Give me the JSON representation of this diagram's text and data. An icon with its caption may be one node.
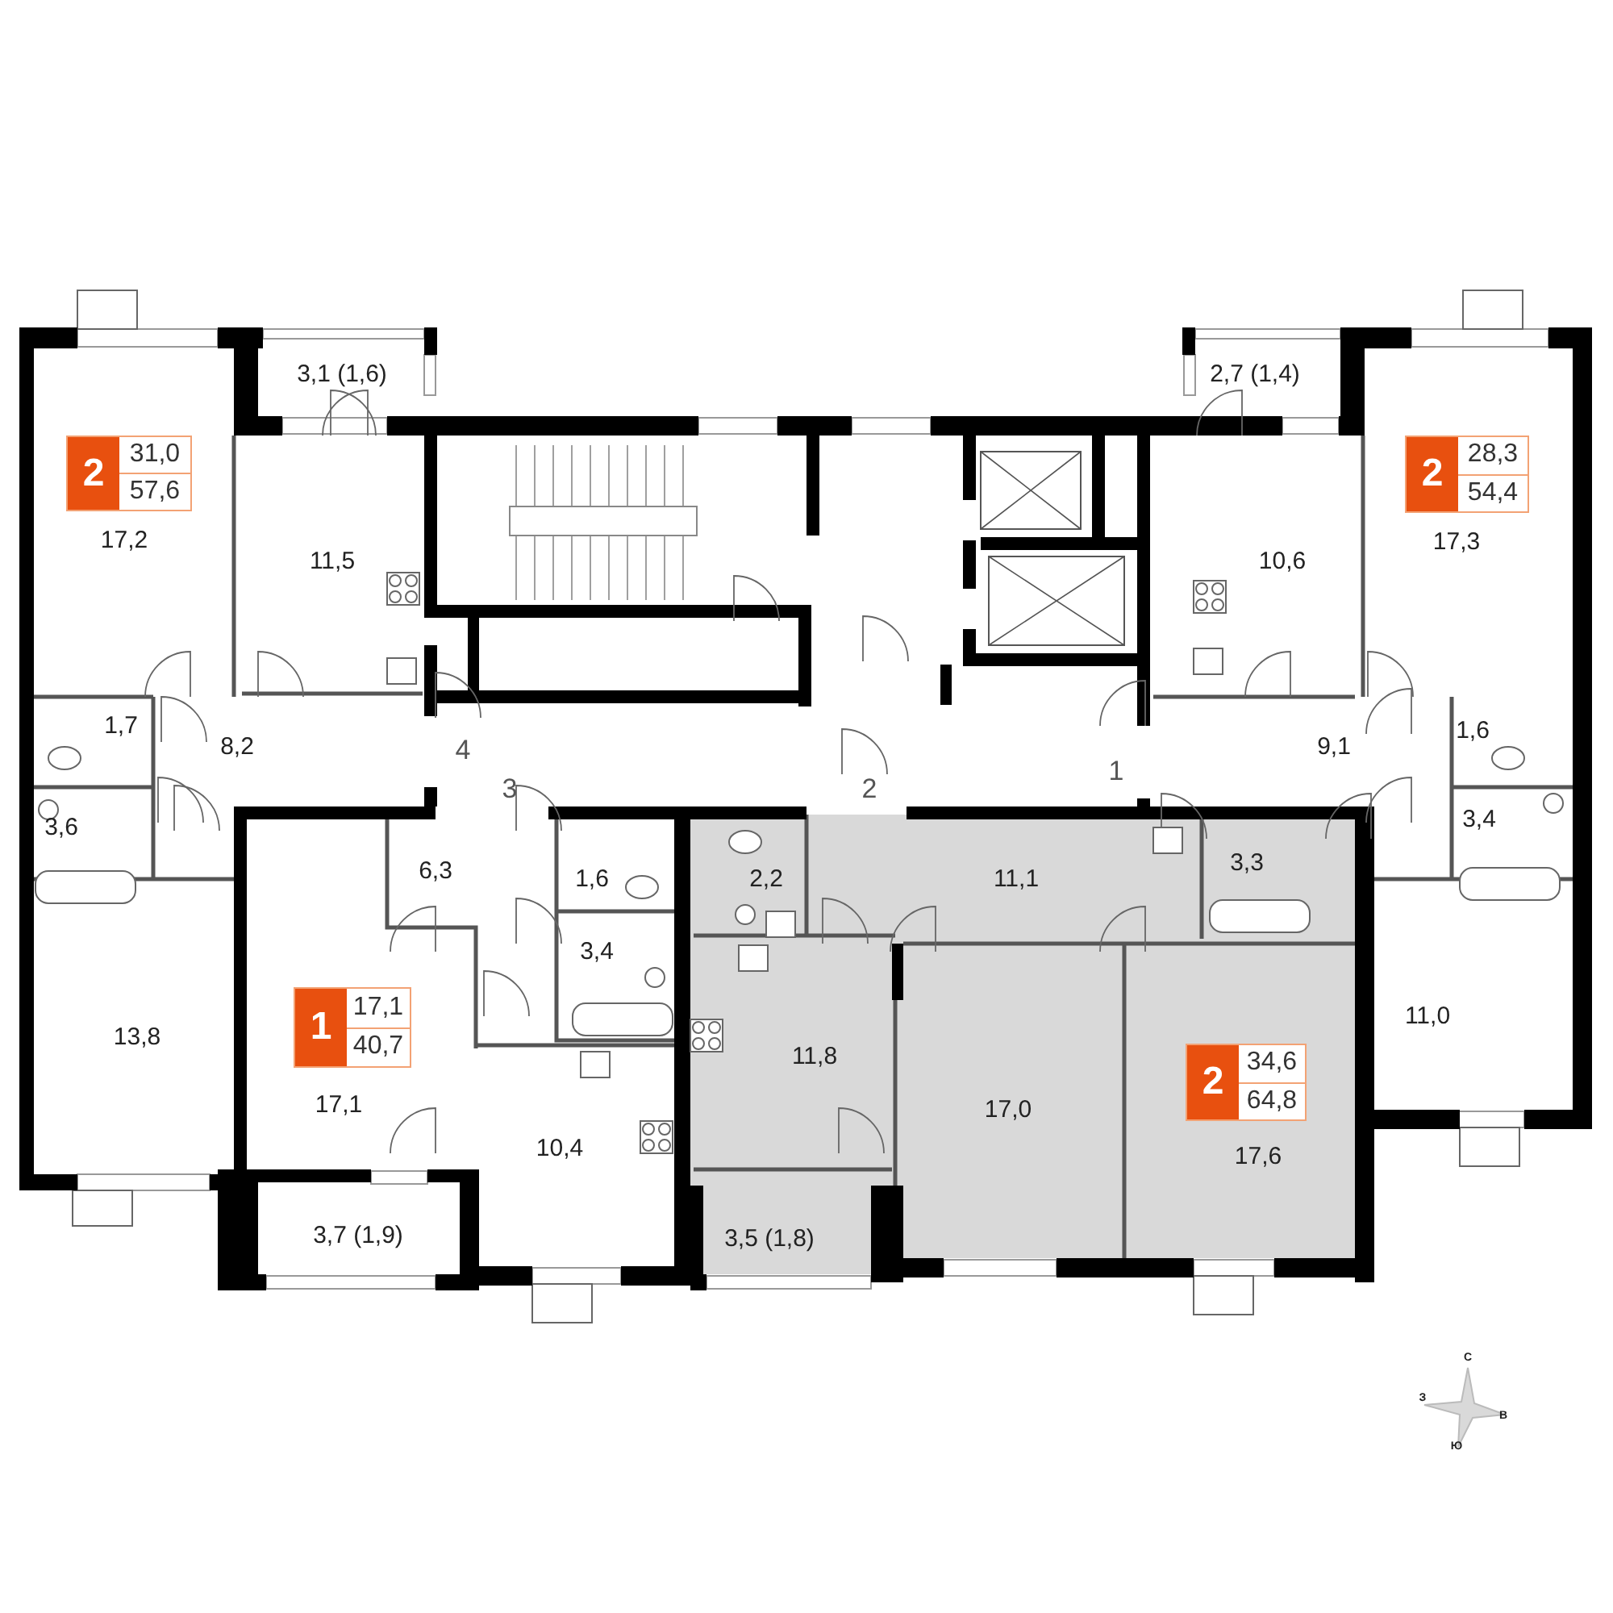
{
  "diagram": {
    "nodes": [
      {
        "text": [
          "3,1 (1,6)"
        ]
      },
      {
        "text": [
          "2,7 (1,4)"
        ]
      },
      {
        "text": [
          "17,2"
        ]
      },
      {
        "text": [
          "2",
          "31,0",
          "57,6"
        ],
        "in": 2
      },
      {
        "text": [
          "11,5"
        ]
      },
      {
        "text": [
          "10,6"
        ]
      },
      {
        "text": [
          "17,3"
        ]
      },
      {
        "text": [
          "2",
          "28,3",
          "54,4"
        ],
        "in": 6
      },
      {
        "text": [
          "1,7"
        ]
      },
      {
        "text": [
          "8,2"
        ]
      },
      {
        "text": [
          "9,1"
        ]
      },
      {
        "text": [
          "1,6"
        ]
      },
      {
        "text": [
          "3,6"
        ]
      },
      {
        "text": [
          "3,4"
        ]
      },
      {
        "text": [
          "6,3"
        ]
      },
      {
        "text": [
          "1,6"
        ]
      },
      {
        "text": [
          "2,2"
        ]
      },
      {
        "text": [
          "11,1"
        ]
      },
      {
        "text": [
          "3,3"
        ]
      },
      {
        "text": [
          "3,4"
        ]
      },
      {
        "text": [
          "13,8"
        ]
      },
      {
        "text": [
          "17,1"
        ]
      },
      {
        "text": [
          "1",
          "17,1",
          "40,7"
        ],
        "in": 21
      },
      {
        "text": [
          "11,8"
        ]
      },
      {
        "text": [
          "17,0"
        ]
      },
      {
        "text": [
          "11,0"
        ]
      },
      {
        "text": [
          "10,4"
        ]
      },
      {
        "text": [
          "17,6"
        ]
      },
      {
        "text": [
          "2",
          "34,6",
          "64,8"
        ],
        "in": 27
      },
      {
        "text": [
          "3,7 (1,9)"
        ]
      },
      {
        "text": [
          "3,5 (1,8)"
        ]
      }
    ],
    "labels": [
      "4",
      "1",
      "3",
      "2",
      "С",
      "З",
      "В",
      "Ю"
    ]
  }
}
